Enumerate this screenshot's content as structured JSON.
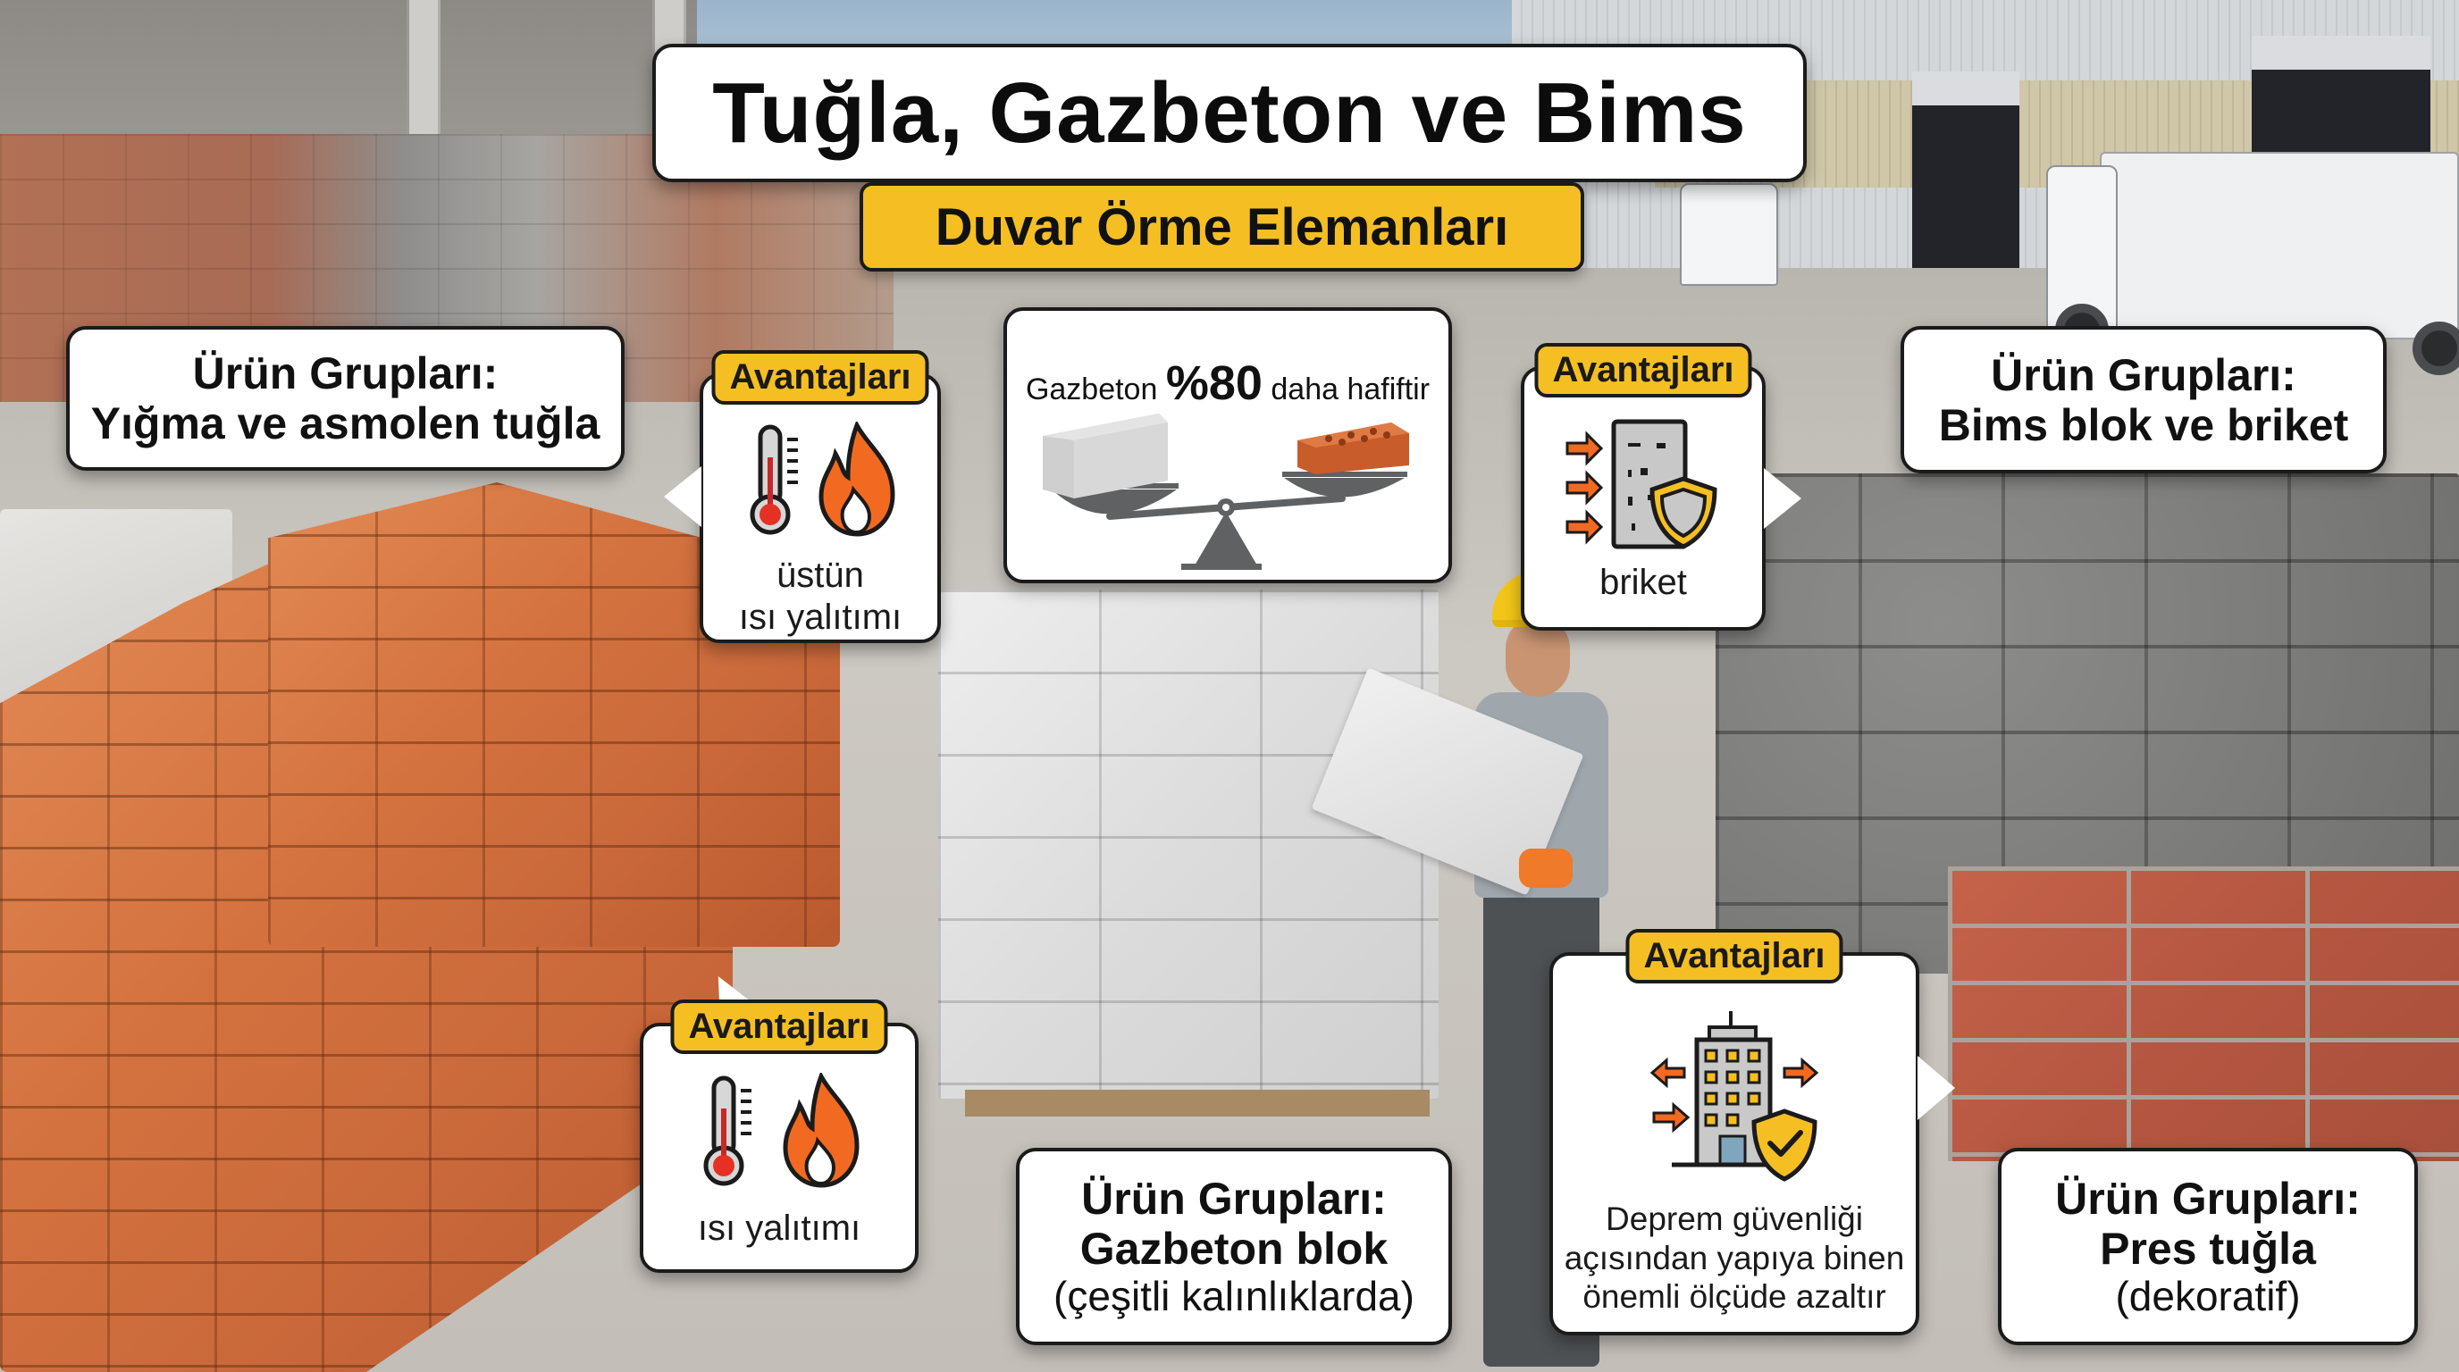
{
  "title": "Tuğla, Gazbeton ve Bims",
  "subtitle": "Duvar Örme Elemanları",
  "accent_color": "#f5bf23",
  "advantage_tag": "Avantajları",
  "product_groups": [
    {
      "id": "tugla",
      "heading": "Ürün Grupları:",
      "name": "Yığma ve asmolen tuğla",
      "note": ""
    },
    {
      "id": "bims",
      "heading": "Ürün Grupları:",
      "name": "Bims blok ve briket",
      "note": ""
    },
    {
      "id": "gazbeton",
      "heading": "Ürün Grupları:",
      "name": "Gazbeton blok",
      "note": "(çeşitli kalınlıklarda)"
    },
    {
      "id": "pres",
      "heading": "Ürün Grupları:",
      "name": "Pres tuğla",
      "note": "(dekoratif)"
    }
  ],
  "advantages": [
    {
      "id": "tugla-top",
      "icons": [
        "thermometer-icon",
        "flame-icon"
      ],
      "lines": [
        "üstün",
        "ısı yalıtımı"
      ]
    },
    {
      "id": "briket",
      "icons": [
        "wall-impact-icon",
        "shield-icon"
      ],
      "lines": [
        "briket"
      ]
    },
    {
      "id": "tugla-bottom",
      "icons": [
        "thermometer-icon",
        "flame-icon"
      ],
      "lines": [
        "ısı yalıtımı"
      ]
    },
    {
      "id": "deprem",
      "icons": [
        "building-icon",
        "shield-check-icon"
      ],
      "lines": [
        "Deprem güvenliği",
        "açısından yapıya binen",
        "önemli ölçüde azaltır"
      ]
    }
  ],
  "comparison": {
    "prefix": "Gazbeton",
    "value": "%80",
    "suffix": "daha hafiftir",
    "left_item": "gazbeton-block",
    "right_item": "clay-brick"
  }
}
